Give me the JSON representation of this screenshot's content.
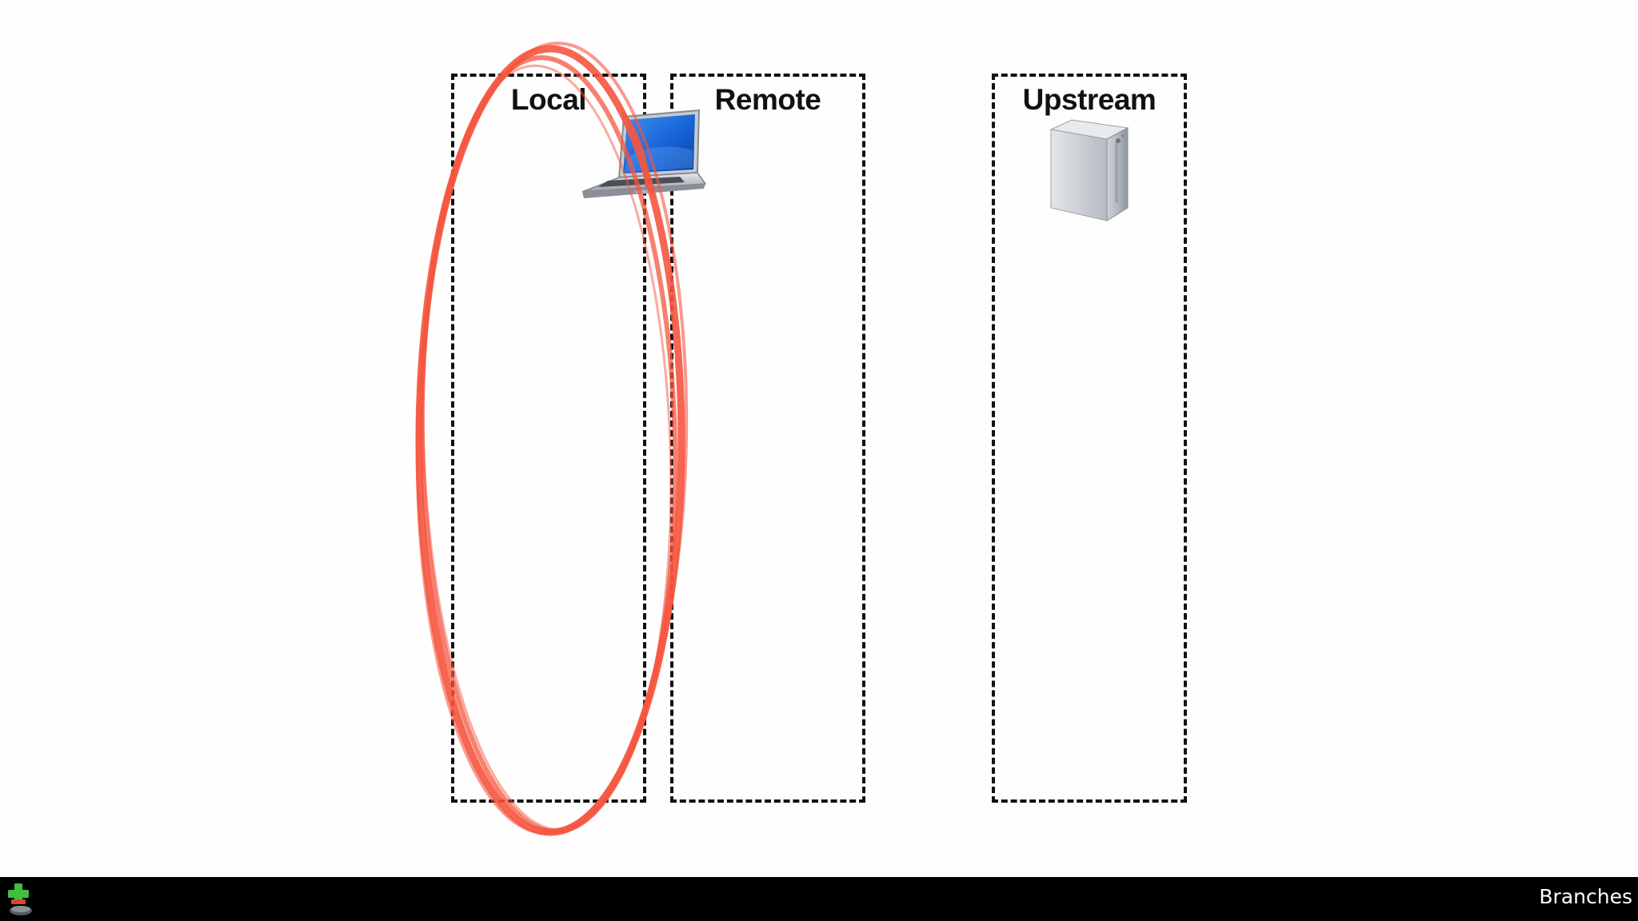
{
  "slide": {
    "columns": [
      {
        "label": "Local"
      },
      {
        "label": "Remote"
      },
      {
        "label": "Upstream"
      }
    ],
    "icons": {
      "laptop": "laptop-icon",
      "server": "server-icon"
    },
    "annotation_color": "#f5553f"
  },
  "footer": {
    "section_label": "Branches",
    "app_icon": "add-remove-icon"
  }
}
